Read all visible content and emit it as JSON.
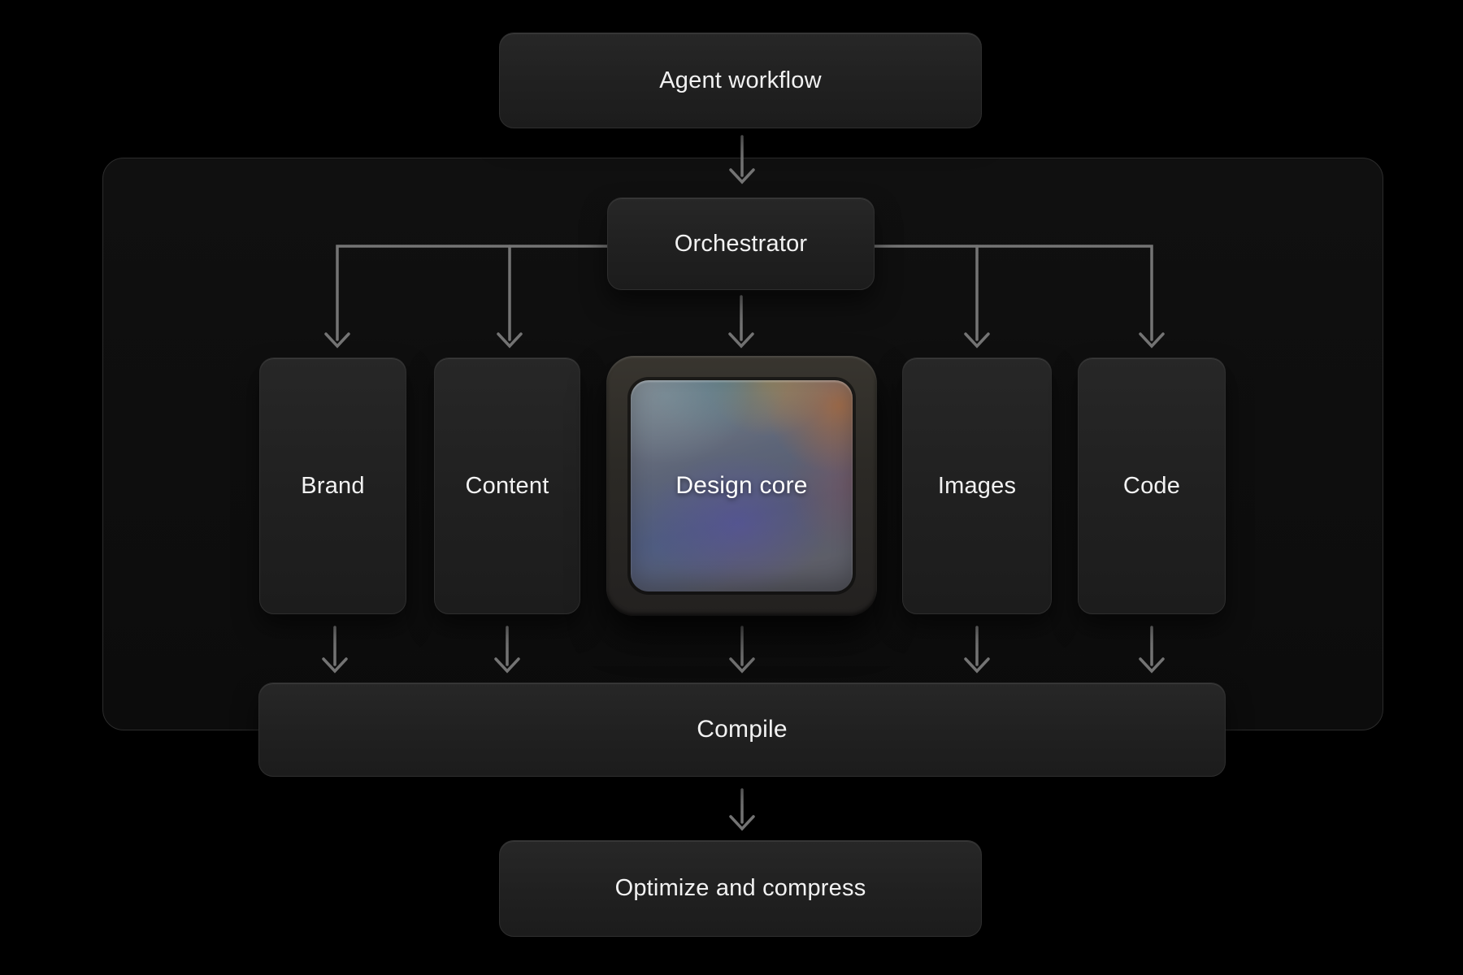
{
  "diagram": {
    "title": "Agent workflow",
    "nodes": {
      "workflow": {
        "label": "Agent workflow"
      },
      "orchestrator": {
        "label": "Orchestrator"
      },
      "brand": {
        "label": "Brand"
      },
      "content": {
        "label": "Content"
      },
      "design_core": {
        "label": "Design core"
      },
      "images": {
        "label": "Images"
      },
      "code": {
        "label": "Code"
      },
      "compile": {
        "label": "Compile"
      },
      "optimize": {
        "label": "Optimize and compress"
      }
    },
    "edges": [
      [
        "workflow",
        "orchestrator"
      ],
      [
        "orchestrator",
        "brand"
      ],
      [
        "orchestrator",
        "content"
      ],
      [
        "orchestrator",
        "design_core"
      ],
      [
        "orchestrator",
        "images"
      ],
      [
        "orchestrator",
        "code"
      ],
      [
        "brand",
        "compile"
      ],
      [
        "content",
        "compile"
      ],
      [
        "design_core",
        "compile"
      ],
      [
        "images",
        "compile"
      ],
      [
        "code",
        "compile"
      ],
      [
        "compile",
        "optimize"
      ]
    ],
    "colors": {
      "background": "#000000",
      "container_fill": "#0e0e0e",
      "container_border": "#2c2c2c",
      "node_fill": "#222222",
      "node_border": "#2e2e2e",
      "node_text": "#f2f2f2",
      "connector": "#747474",
      "core_frame": "#2b2925",
      "core_gradient": [
        "#7f838a",
        "#4e7a86",
        "#a5824a",
        "#ac6838",
        "#855c5c",
        "#5450b0",
        "#465e94",
        "#54555d"
      ]
    }
  }
}
